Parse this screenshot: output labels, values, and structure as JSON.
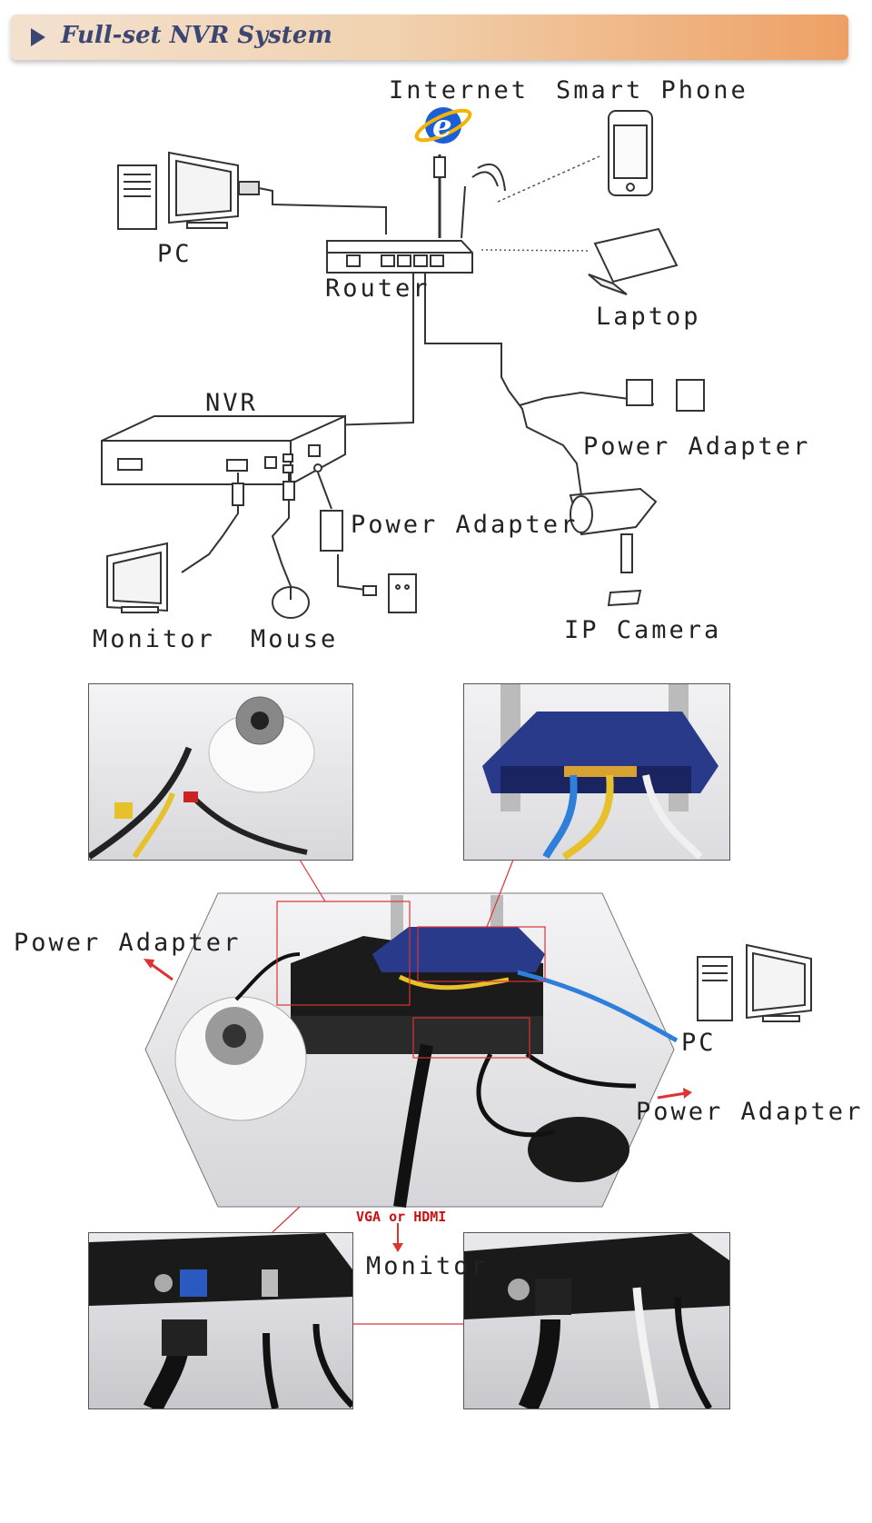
{
  "header": {
    "title": "Full-set NVR System"
  },
  "diagram": {
    "internet": "Internet",
    "smart_phone": "Smart Phone",
    "pc": "PC",
    "router": "Router",
    "laptop": "Laptop",
    "nvr": "NVR",
    "power_adapter_cam": "Power Adapter",
    "power_adapter_nvr": "Power Adapter",
    "monitor": "Monitor",
    "mouse": "Mouse",
    "ip_camera": "IP Camera"
  },
  "photo_section": {
    "power_adapter_left": "Power Adapter",
    "pc": "PC",
    "power_adapter_right": "Power Adapter",
    "vga_or_hdmi": "VGA or HDMI",
    "monitor": "Monitor"
  },
  "colors": {
    "banner_text": "#3b4672",
    "callout_red": "#cc1111"
  }
}
